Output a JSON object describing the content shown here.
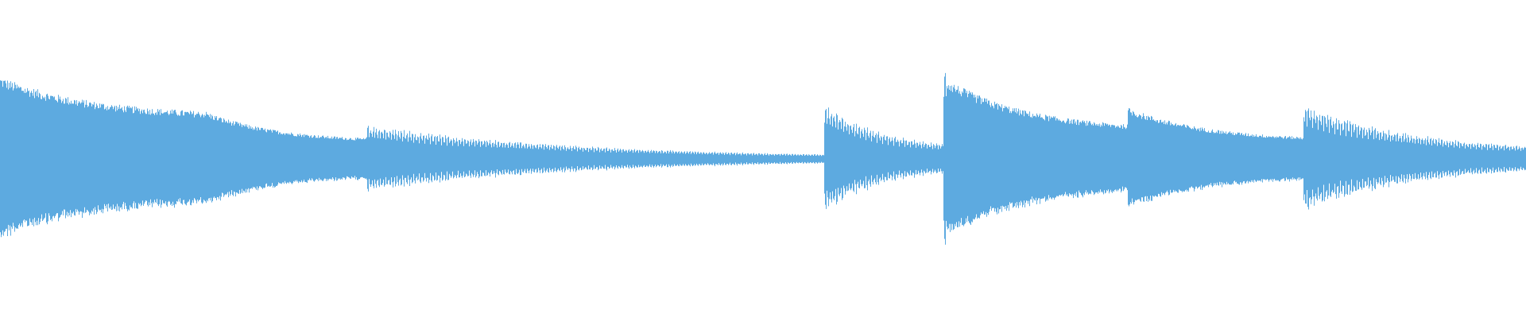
{
  "waveform": {
    "color": "#5DAAE0",
    "background": "#ffffff",
    "segments": [
      {
        "start": 0.0,
        "end": 0.135,
        "attack": 0.8,
        "decay_to": 0.42,
        "texture": "dense"
      },
      {
        "start": 0.135,
        "end": 0.24,
        "attack": 0.46,
        "decay_to": 0.17,
        "texture": "dense"
      },
      {
        "start": 0.24,
        "end": 0.54,
        "attack": 0.34,
        "decay_to": 0.01,
        "texture": "spiky"
      },
      {
        "start": 0.54,
        "end": 0.618,
        "attack": 0.57,
        "decay_to": 0.1,
        "texture": "spiky"
      },
      {
        "start": 0.618,
        "end": 0.62,
        "attack": 1.0,
        "decay_to": 0.95,
        "texture": "spiky"
      },
      {
        "start": 0.62,
        "end": 0.739,
        "attack": 0.78,
        "decay_to": 0.28,
        "texture": "dense"
      },
      {
        "start": 0.739,
        "end": 0.854,
        "attack": 0.5,
        "decay_to": 0.18,
        "texture": "dense"
      },
      {
        "start": 0.854,
        "end": 1.0,
        "attack": 0.56,
        "decay_to": 0.08,
        "texture": "spiky"
      }
    ]
  }
}
